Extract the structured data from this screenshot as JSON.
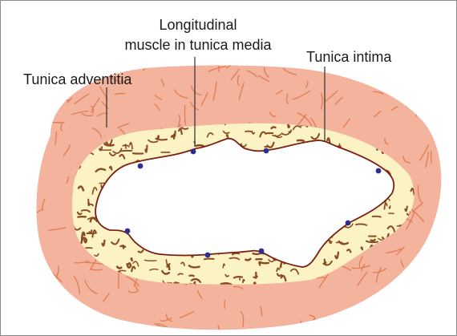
{
  "labels": {
    "longitudinal_line1": "Longitudinal",
    "longitudinal_line2": "muscle in tunica media",
    "tunica_intima": "Tunica intima",
    "tunica_adventitia": "Tunica adventitia"
  },
  "colors": {
    "adventitia_fill": "#f3b39c",
    "adventitia_fiber": "#e07d52",
    "media_fill": "#fbf3c4",
    "muscle_fiber": "#8b4a22",
    "intima_line": "#7a1f12",
    "nucleus": "#2c2f8f",
    "lumen": "#ffffff"
  }
}
